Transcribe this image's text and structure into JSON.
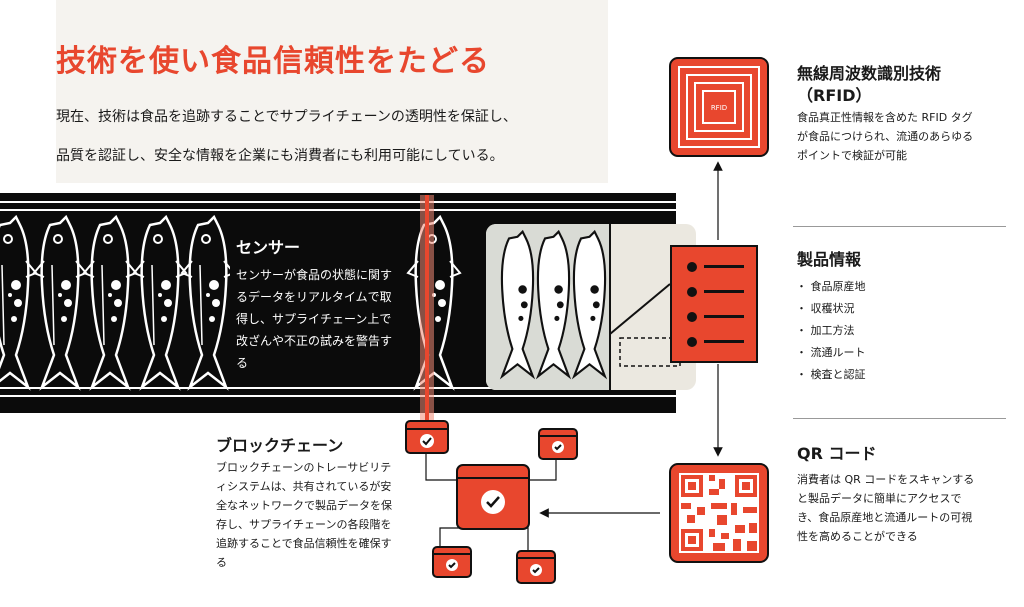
{
  "header": {
    "title": "技術を使い食品信頼性をたどる",
    "intro_line1": "現在、技術は食品を追跡することでサプライチェーンの透明性を保証し、",
    "intro_line2": "品質を認証し、安全な情報を企業にも消費者にも利用可能にしている。"
  },
  "sensor": {
    "title": "センサー",
    "description": "センサーが食品の状態に関するデータをリアルタイムで取得し、サプライチェーン上で改ざんや不正の試みを警告する"
  },
  "rfid": {
    "tag_text": "RFID",
    "title_line1": "無線周波数識別技術",
    "title_line2": "（RFID）",
    "description": "食品真正性情報を含めた RFID タグが食品につけられ、流通のあらゆるポイントで検証が可能"
  },
  "product_info": {
    "title": "製品情報",
    "items": [
      "・ 食品原産地",
      "・ 収穫状況",
      "・ 加工方法",
      "・ 流通ルート",
      "・ 検査と認証"
    ]
  },
  "qr": {
    "title": "QR コード",
    "description": "消費者は QR コードをスキャンすると製品データに簡単にアクセスでき、食品原産地と流通ルートの可視性を高めることができる"
  },
  "blockchain": {
    "title": "ブロックチェーン",
    "description": "ブロックチェーンのトレーサビリティシステムは、共有されているが安全なネットワークで製品データを保存し、サプライチェーンの各段階を追跡することで食品信頼性を確保する"
  },
  "colors": {
    "accent": "#e8472e",
    "belt": "#0b0b0b",
    "package": "#ebe8e0",
    "text": "#1a1a1a"
  },
  "icons": [
    "fish-icon",
    "rfid-tag-icon",
    "qr-code-icon",
    "document-icon",
    "blockchain-node-icon",
    "check-icon",
    "laser-beam-icon"
  ]
}
